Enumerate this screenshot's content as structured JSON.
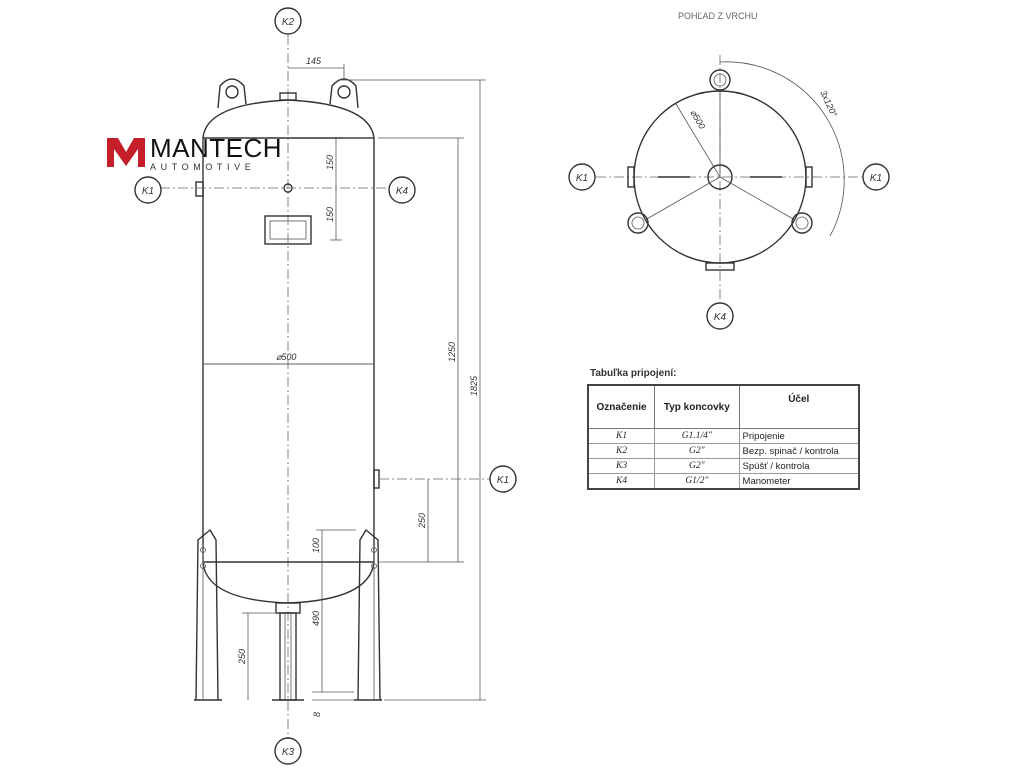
{
  "logo": {
    "name": "MANTECH",
    "tagline": "AUTOMOTIVE",
    "color": "#c41e2a"
  },
  "top_view_title": "POHĽAD Z VRCHU",
  "labels": {
    "k1": "K1",
    "k2": "K2",
    "k3": "K3",
    "k4": "K4"
  },
  "dimensions": {
    "lugs": "145",
    "top_offset_1": "150",
    "top_offset_2": "150",
    "diameter_side": "⌀500",
    "mid_height": "1250",
    "total_height": "1825",
    "k1_height": "250",
    "leg_upper": "100",
    "leg_bottom": "490",
    "drain_height": "250",
    "ground": "8",
    "diameter_top": "⌀500",
    "lug_angle": "3x120°"
  },
  "table": {
    "title": "Tabuľka pripojení:",
    "headers": {
      "code": "Označenie",
      "type": "Typ koncovky",
      "purpose": "Účel"
    },
    "rows": [
      {
        "code": "K1",
        "type": "G1.1/4\"",
        "purpose": "Pripojenie"
      },
      {
        "code": "K2",
        "type": "G2\"",
        "purpose": "Bezp. spinač / kontrola"
      },
      {
        "code": "K3",
        "type": "G2\"",
        "purpose": "Spúšť / kontrola"
      },
      {
        "code": "K4",
        "type": "G1/2\"",
        "purpose": "Manometer"
      }
    ]
  }
}
